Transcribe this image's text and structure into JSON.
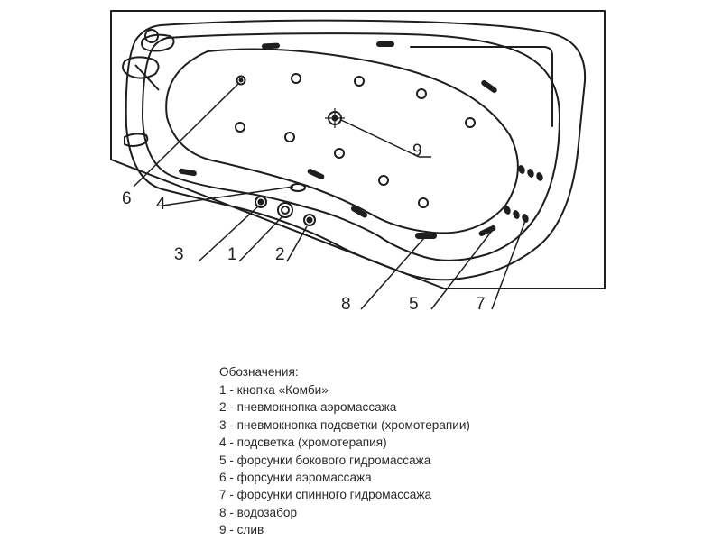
{
  "diagram": {
    "callouts": [
      "1",
      "2",
      "3",
      "4",
      "5",
      "6",
      "7",
      "8",
      "9"
    ]
  },
  "legend": {
    "title": "Обозначения:",
    "items": [
      "1 - кнопка «Комби»",
      "2 - пневмокнопка аэромассажа",
      "3 - пневмокнопка подсветки (хромотерапии)",
      "4 - подсветка (хромотерапия)",
      "5 - форсунки бокового гидромассажа",
      "6 - форсунки аэромассажа",
      "7 - форсунки спинного гидромассажа",
      "8 - водозабор",
      "9 - слив"
    ]
  }
}
